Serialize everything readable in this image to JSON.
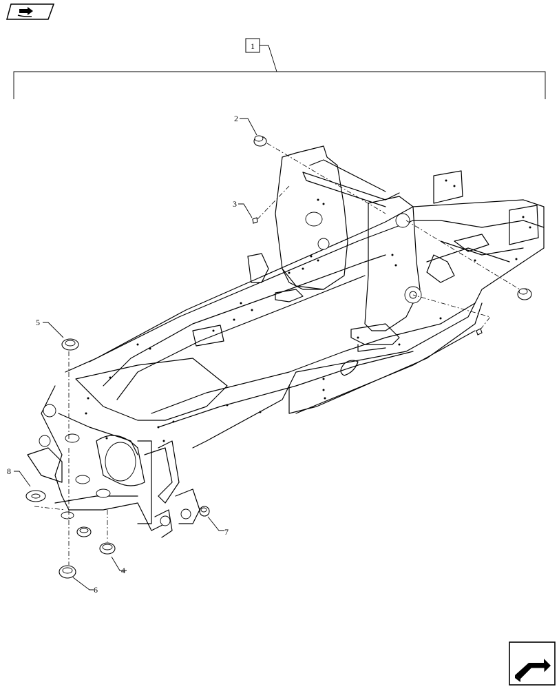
{
  "navigation": {
    "prev_icon": "book-page-back-icon",
    "next_icon": "next-page-arrow-icon"
  },
  "diagram": {
    "assembly_callout": "1",
    "callouts": [
      "2",
      "3",
      "4",
      "5",
      "6",
      "7",
      "8"
    ]
  }
}
